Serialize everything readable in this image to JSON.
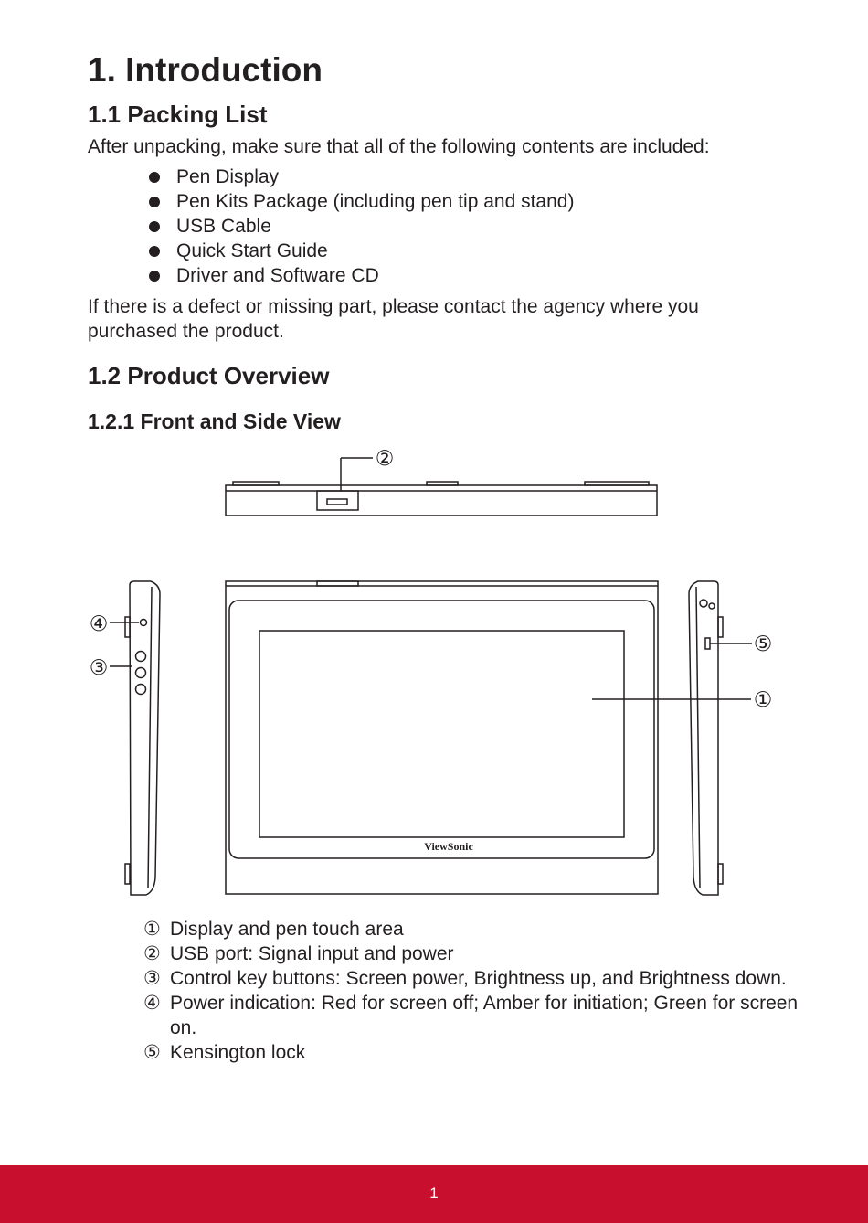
{
  "heading": "1. Introduction",
  "packing": {
    "title": "1.1 Packing List",
    "intro": "After unpacking, make sure that all of the following contents are included:",
    "items": [
      "Pen Display",
      "Pen Kits Package (including pen tip and stand)",
      "USB Cable",
      "Quick Start Guide",
      "Driver and Software CD"
    ],
    "note_line1": "If there is a defect or missing part, please contact the agency where you",
    "note_line2": "purchased the product."
  },
  "overview": {
    "title": "1.2 Product Overview",
    "subtitle": "1.2.1 Front and Side View"
  },
  "diagram": {
    "brand": "ViewSonic",
    "callouts": [
      "①",
      "②",
      "③",
      "④",
      "⑤"
    ]
  },
  "legend": [
    {
      "num": "①",
      "text": "Display and pen touch area"
    },
    {
      "num": "②",
      "text": "USB port: Signal input and power"
    },
    {
      "num": "③",
      "text": "Control key buttons: Screen power, Brightness up, and Brightness down."
    },
    {
      "num": "④",
      "text": "Power indication: Red for screen off; Amber for initiation; Green for screen on."
    },
    {
      "num": "⑤",
      "text": "Kensington lock"
    }
  ],
  "footer": {
    "page_number": "1",
    "bar_color": "#c8102e"
  }
}
